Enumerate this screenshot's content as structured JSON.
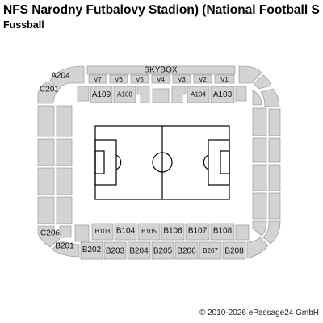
{
  "header": {
    "title": "NFS Narodny Futbalovy Stadion) (National Football S",
    "subtitle": "Fussball"
  },
  "sections": {
    "skybox": "SKYBOX",
    "V7": "V7",
    "V6": "V6",
    "V5": "V5",
    "V4": "V4",
    "V3": "V3",
    "V2": "V2",
    "V1": "V1",
    "A109": "A109",
    "A108": "A108",
    "A104": "A104",
    "A103": "A103",
    "A204": "A204",
    "C201": "C201",
    "C206": "C206",
    "B201": "B201",
    "B103": "B103",
    "B104": "B104",
    "B105": "B105",
    "B106": "B106",
    "B107": "B107",
    "B108": "B108",
    "B202": "B202",
    "B203": "B203",
    "B204": "B204",
    "B205": "B205",
    "B206": "B206",
    "B207": "B207",
    "B208": "B208"
  },
  "footer": {
    "copyright": "© 2010-2026 ePassage24 GmbH"
  }
}
